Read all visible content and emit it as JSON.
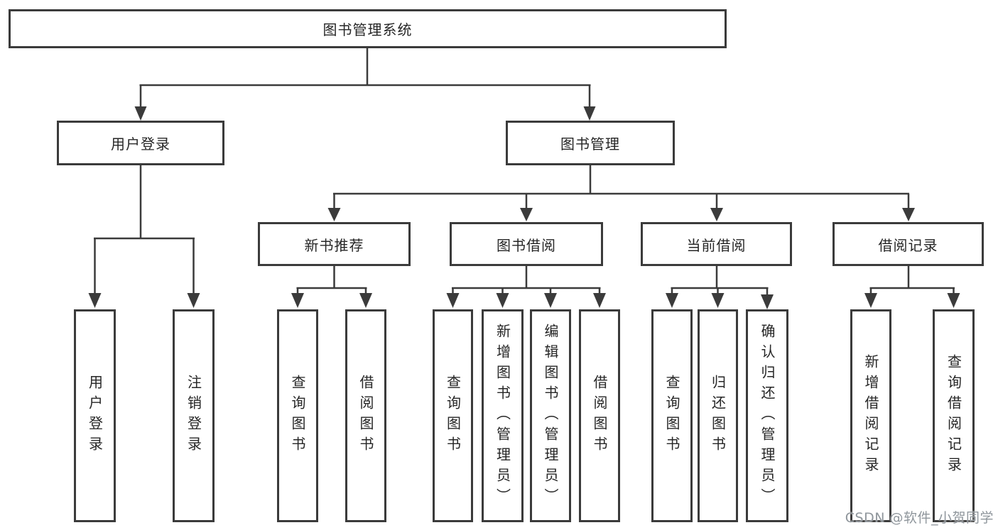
{
  "theme": {
    "line_color": "#3b3b3b",
    "border_color": "#3b3b3b",
    "text_color": "#262626",
    "background": "#ffffff",
    "watermark_color": "#8f969c"
  },
  "diagram": {
    "root": {
      "label": "图书管理系统"
    },
    "level2": [
      {
        "label": "用户登录"
      },
      {
        "label": "图书管理"
      }
    ],
    "level3": [
      {
        "label": "新书推荐"
      },
      {
        "label": "图书借阅"
      },
      {
        "label": "当前借阅"
      },
      {
        "label": "借阅记录"
      }
    ],
    "leaves": [
      {
        "label": "用户登录"
      },
      {
        "label": "注销登录"
      },
      {
        "label": "查询图书"
      },
      {
        "label": "借阅图书"
      },
      {
        "label": "查询图书"
      },
      {
        "label": "新增图书（管理员）"
      },
      {
        "label": "编辑图书（管理员）"
      },
      {
        "label": "借阅图书"
      },
      {
        "label": "查询图书"
      },
      {
        "label": "归还图书"
      },
      {
        "label": "确认归还（管理员）"
      },
      {
        "label": "新增借阅记录"
      },
      {
        "label": "查询借阅记录"
      }
    ]
  },
  "watermark": {
    "text": "CSDN @软件_小贺同学"
  }
}
